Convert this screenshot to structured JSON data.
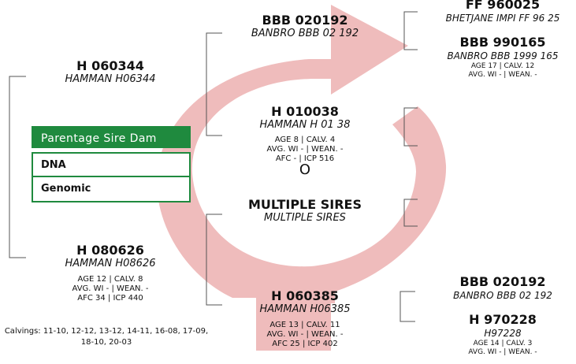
{
  "colors": {
    "arrow": "#efbcbc",
    "accent": "#1f8a3e",
    "connector": "#555555"
  },
  "parentage": {
    "header": "Parentage  Sire  Dam",
    "dna": "DNA",
    "genomic": "Genomic"
  },
  "animal": {
    "id": "H 010038",
    "name": "HAMMAN H 01 38",
    "stats1": "AGE 8 | CALV. 4",
    "stats2": "AVG. WI - | WEAN. -",
    "stats3": "AFC - | ICP 516"
  },
  "symbol": "O",
  "sire": {
    "id": "H 060344",
    "name": "HAMMAN H06344"
  },
  "dam": {
    "id": "H 080626",
    "name": "HAMMAN H08626",
    "stats1": "AGE 12 | CALV. 8",
    "stats2": "AVG. WI - | WEAN. -",
    "stats3": "AFC 34 | ICP 440",
    "calvings": "Calvings: 11-10, 12-12, 13-12, 14-11, 16-08, 17-09, 18-10, 20-03"
  },
  "sire_sire": {
    "id": "BBB 020192",
    "name": "BANBRO BBB 02 192"
  },
  "sire_dam": {
    "id": "H 060385",
    "name": "HAMMAN H06385",
    "stats1": "AGE 13 | CALV. 11",
    "stats2": "AVG. WI - | WEAN. -",
    "stats3": "AFC 25 | ICP 402"
  },
  "sss": {
    "id": "FF 960025",
    "name": "BHETJANE IMPI FF 96 25"
  },
  "ssd": {
    "id": "BBB 990165",
    "name": "BANBRO BBB 1999 165",
    "stats1": "AGE 17 | CALV. 12",
    "stats2": "AVG. WI - | WEAN. -"
  },
  "multiple": {
    "id": "MULTIPLE SIRES",
    "name": "MULTIPLE SIRES"
  },
  "dss": {
    "id": "BBB 020192",
    "name": "BANBRO BBB 02 192"
  },
  "dsd": {
    "id": "H 970228",
    "name": "H97228",
    "stats1": "AGE 14 | CALV. 3",
    "stats2": "AVG. WI - | WEAN. -"
  }
}
